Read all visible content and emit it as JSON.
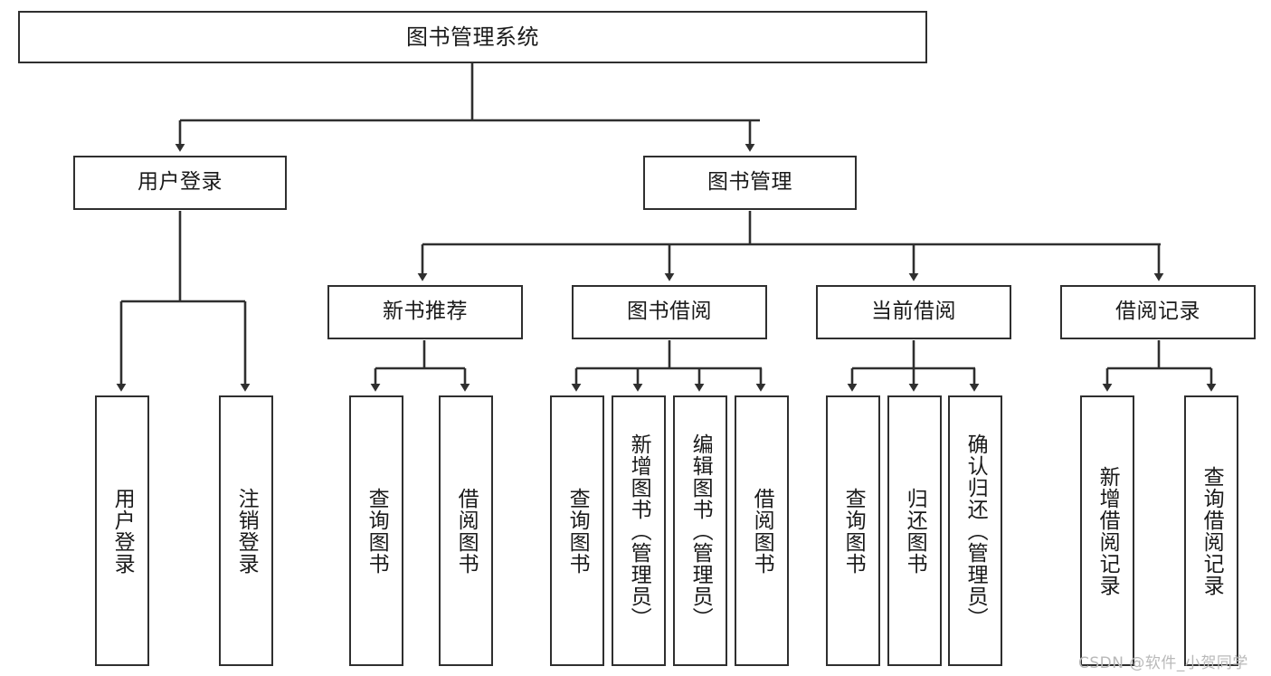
{
  "diagram": {
    "title": "图书管理系统",
    "type": "tree-hierarchy-chart",
    "stroke_color": "#2f2f2f",
    "fill_color": "#ffffff",
    "text_color": "#1a1a1a"
  },
  "nodes": {
    "root": {
      "label": "图书管理系统"
    },
    "level2": [
      {
        "label": "用户登录"
      },
      {
        "label": "图书管理"
      }
    ],
    "level3": [
      {
        "label": "新书推荐"
      },
      {
        "label": "图书借阅"
      },
      {
        "label": "当前借阅"
      },
      {
        "label": "借阅记录"
      }
    ],
    "leaves": {
      "user_login": [
        {
          "label": "用户登录"
        },
        {
          "label": "注销登录"
        }
      ],
      "new_book": [
        {
          "label": "查询图书"
        },
        {
          "label": "借阅图书"
        }
      ],
      "book_borrow": [
        {
          "label": "查询图书"
        },
        {
          "label": "新增图书（管理员）"
        },
        {
          "label": "编辑图书（管理员）"
        },
        {
          "label": "借阅图书"
        }
      ],
      "current_borrow": [
        {
          "label": "查询图书"
        },
        {
          "label": "归还图书"
        },
        {
          "label": "确认归还（管理员）"
        }
      ],
      "borrow_record": [
        {
          "label": "新增借阅记录"
        },
        {
          "label": "查询借阅记录"
        }
      ]
    }
  },
  "watermark": {
    "text": "CSDN @软件_小贺同学"
  }
}
